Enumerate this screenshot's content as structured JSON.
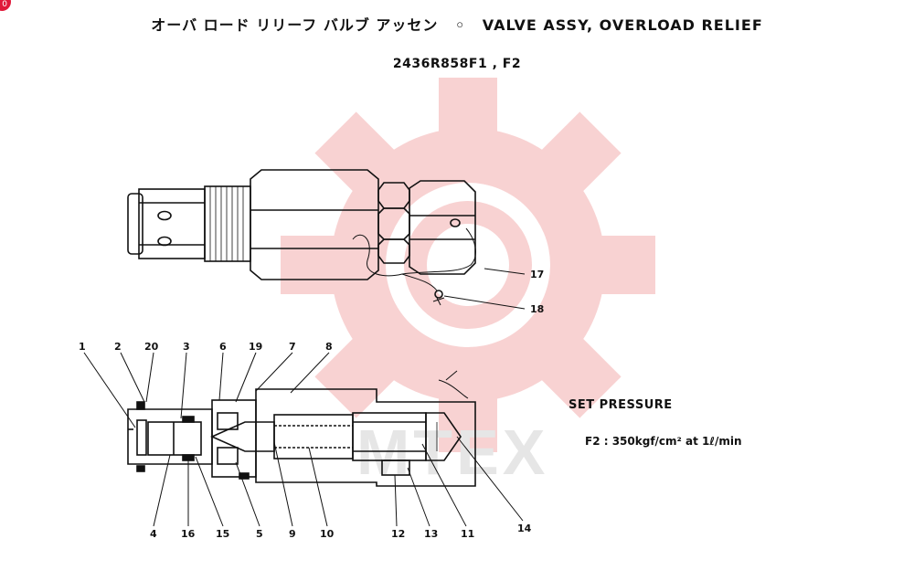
{
  "header": {
    "title_jp": "オーバ ロード リリーフ バルブ アッセン",
    "title_sep": "◦",
    "title_en": "VALVE ASSY, OVERLOAD RELIEF",
    "part_number": "2436R858F1 , F2"
  },
  "watermark": {
    "text": "MTEX",
    "color": "#f4b5b5"
  },
  "corner_badge": {
    "text": "0",
    "color": "#e0193a"
  },
  "set_pressure": {
    "heading": "SET PRESSURE",
    "value": "F2 : 350kgf/cm² at 1ℓ/min"
  },
  "callouts": {
    "c1": "1",
    "c2": "2",
    "c20": "20",
    "c3": "3",
    "c6": "6",
    "c19": "19",
    "c7": "7",
    "c8": "8",
    "c17": "17",
    "c18": "18",
    "c4": "4",
    "c16": "16",
    "c15": "15",
    "c5": "5",
    "c9": "9",
    "c10": "10",
    "c12": "12",
    "c13": "13",
    "c11": "11",
    "c14": "14"
  }
}
